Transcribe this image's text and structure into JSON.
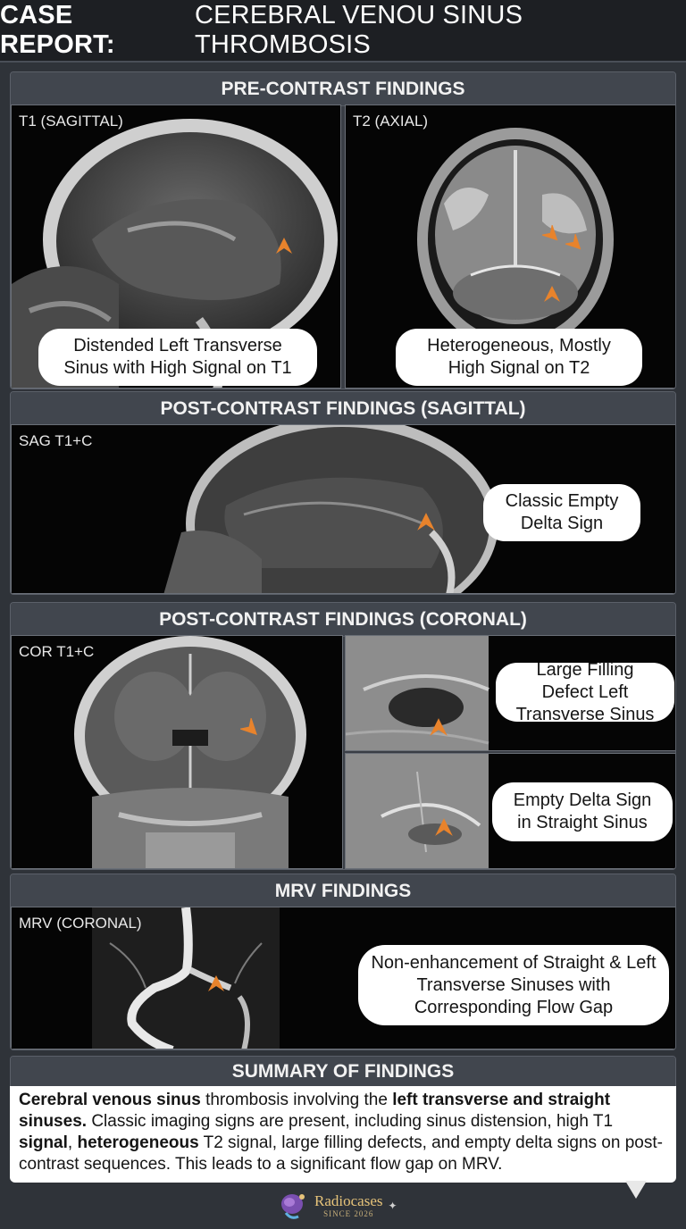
{
  "title": {
    "bold": "CASE REPORT:",
    "light": "CEREBRAL VENOU SINUS THROMBOSIS"
  },
  "pre_contrast": {
    "header": "PRE-CONTRAST FINDINGS",
    "t1_label": "T1 (SAGITTAL)",
    "t1_callout": "Distended Left Transverse Sinus with High Signal on T1",
    "t2_label": "T2 (AXIAL)",
    "t2_callout": "Heterogeneous, Mostly High Signal on T2"
  },
  "post_sagittal": {
    "header": "POST-CONTRAST FINDINGS (SAGITTAL)",
    "label": "SAG T1+C",
    "callout": "Classic Empty Delta Sign"
  },
  "post_coronal": {
    "header": "POST-CONTRAST FINDINGS (CORONAL)",
    "label": "COR T1+C",
    "callout_top": "Large Filling Defect Left Transverse Sinus",
    "callout_bottom": "Empty Delta Sign in Straight Sinus"
  },
  "mrv": {
    "header": "MRV FINDINGS",
    "label": "MRV (CORONAL)",
    "callout": "Non-enhancement of Straight & Left Transverse Sinuses with Corresponding Flow Gap"
  },
  "summary": {
    "header": "SUMMARY OF FINDINGS",
    "p1_bold": "Cerebral venous sinus",
    "p2": " thrombosis involving the ",
    "p3_bold": "left transverse and straight sinuses.",
    "p4": " Classic imaging signs are present, including sinus distension, high T1 ",
    "p5_bold": "signal",
    "p6": ", ",
    "p7_bold": "heterogeneous",
    "p8": " T2 signal, large filling defects, and empty delta signs on post-contrast sequences. This leads to a significant flow gap on MRV."
  },
  "logo": {
    "name": "Radiocases",
    "since": "SINCE 2026"
  },
  "colors": {
    "accent_arrow": "#e8832c",
    "panel_bg": "#3a3e45",
    "title_bg": "#1d1f23"
  }
}
